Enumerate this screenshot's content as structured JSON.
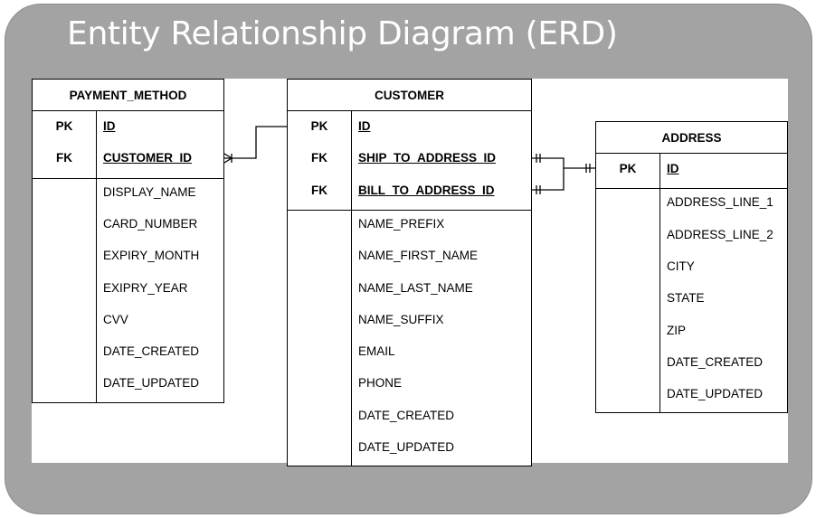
{
  "title": "Entity Relationship Diagram (ERD)",
  "entities": {
    "payment_method": {
      "name": "PAYMENT_METHOD",
      "keys": [
        {
          "type": "PK",
          "field": "ID"
        },
        {
          "type": "FK",
          "field": "CUSTOMER_ID"
        }
      ],
      "fields": [
        "DISPLAY_NAME",
        "CARD_NUMBER",
        "EXPIRY_MONTH",
        "EXIPRY_YEAR",
        "CVV",
        "DATE_CREATED",
        "DATE_UPDATED"
      ]
    },
    "customer": {
      "name": "CUSTOMER",
      "keys": [
        {
          "type": "PK",
          "field": "ID"
        },
        {
          "type": "FK",
          "field": "SHIP_TO_ADDRESS_ID"
        },
        {
          "type": "FK",
          "field": "BILL_TO_ADDRESS_ID"
        }
      ],
      "fields": [
        "NAME_PREFIX",
        "NAME_FIRST_NAME",
        "NAME_LAST_NAME",
        "NAME_SUFFIX",
        "EMAIL",
        "PHONE",
        "DATE_CREATED",
        "DATE_UPDATED"
      ]
    },
    "address": {
      "name": "ADDRESS",
      "keys": [
        {
          "type": "PK",
          "field": "ID"
        }
      ],
      "fields": [
        "ADDRESS_LINE_1",
        "ADDRESS_LINE_2",
        "CITY",
        "STATE",
        "ZIP",
        "DATE_CREATED",
        "DATE_UPDATED"
      ]
    }
  },
  "relationships": [
    {
      "from": "payment_method.CUSTOMER_ID",
      "to": "customer.ID",
      "from_end": "crow-foot",
      "to_end": "line"
    },
    {
      "from": "customer.SHIP_TO_ADDRESS_ID",
      "to": "address.ID",
      "from_end": "one-and-only-one",
      "to_end": "one-and-only-one"
    },
    {
      "from": "customer.BILL_TO_ADDRESS_ID",
      "to": "address.ID",
      "from_end": "one-and-only-one",
      "to_end": "one-and-only-one"
    }
  ],
  "colors": {
    "background": "#a3a3a3",
    "canvas": "#ffffff",
    "title": "#ffffff",
    "line": "#000000",
    "highlight_marker": "#f5d800"
  }
}
